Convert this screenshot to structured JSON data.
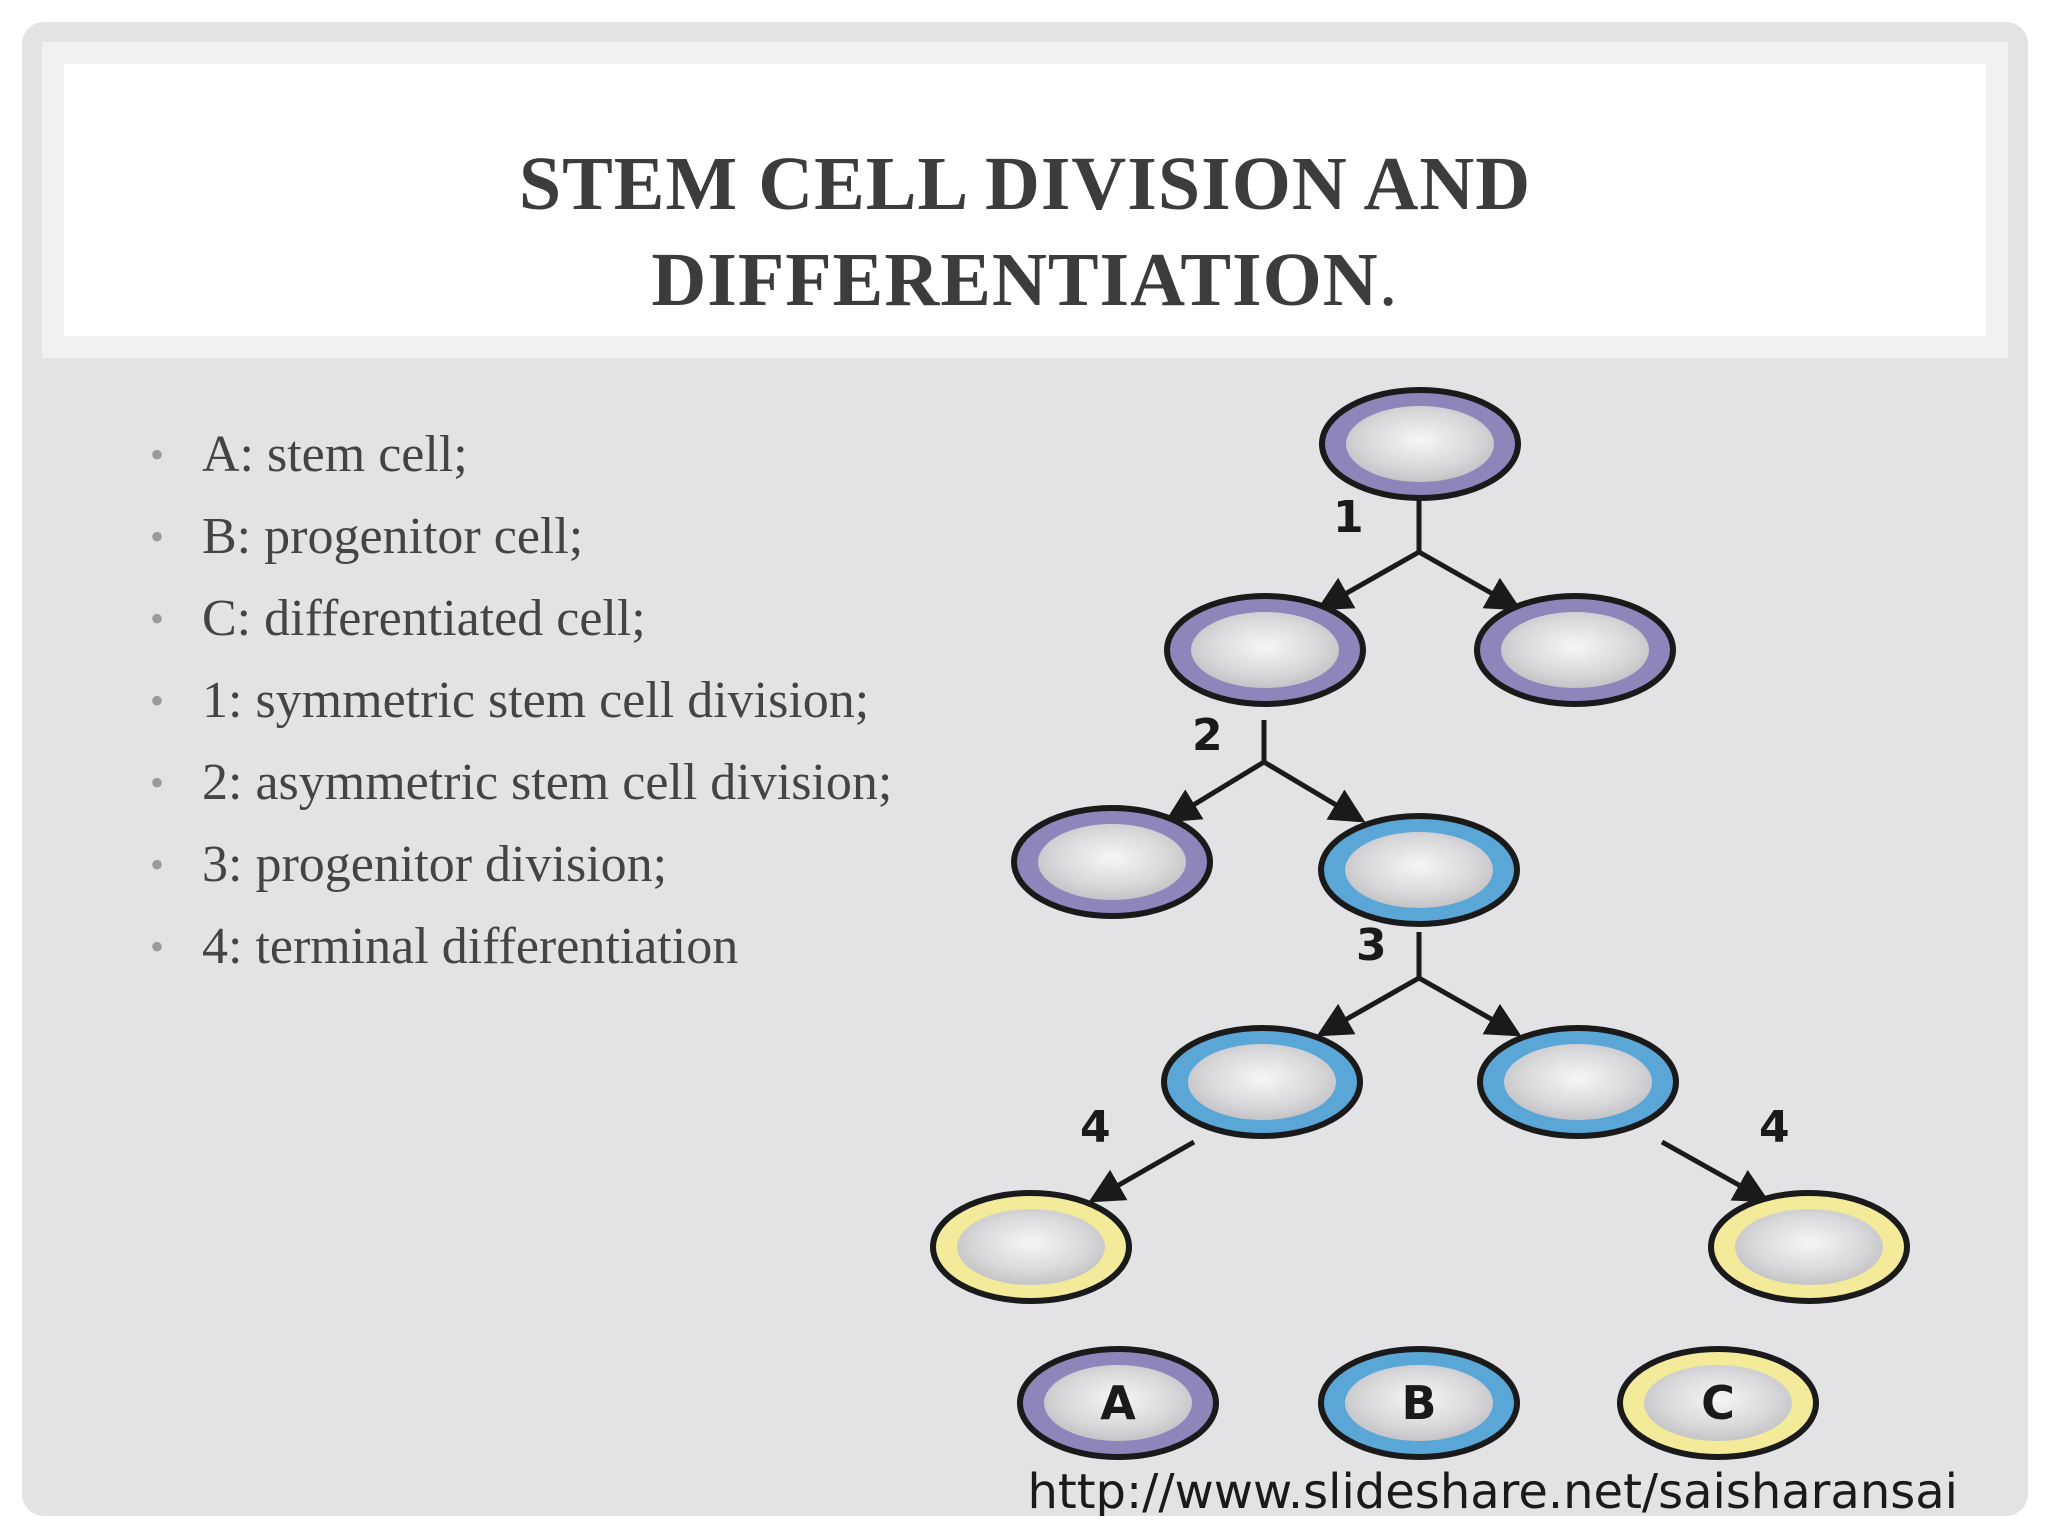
{
  "slide": {
    "title_line1": "STEM CELL DIVISION AND",
    "title_line2": "DIFFERENTIATION",
    "title_suffix": ".",
    "bullets": [
      "A: stem cell;",
      "B: progenitor cell;",
      "C: differentiated cell;",
      "1: symmetric stem cell division;",
      "2: asymmetric stem cell division;",
      "3: progenitor division;",
      "4: terminal differentiation"
    ],
    "source_url": "http://www.slideshare.net/saisharansai"
  },
  "diagram": {
    "step_labels": {
      "step1": "1",
      "step2": "2",
      "step3": "3",
      "step4_left": "4",
      "step4_right": "4"
    },
    "legend": {
      "a": "A",
      "b": "B",
      "c": "C"
    },
    "colors": {
      "stem_cell_ring": "#8e86bb",
      "progenitor_cell_ring": "#5aa6d6",
      "differentiated_cell_ring": "#f3eb9a",
      "cell_core": "#dcdcdc",
      "arrow": "#1a1a1a"
    }
  }
}
